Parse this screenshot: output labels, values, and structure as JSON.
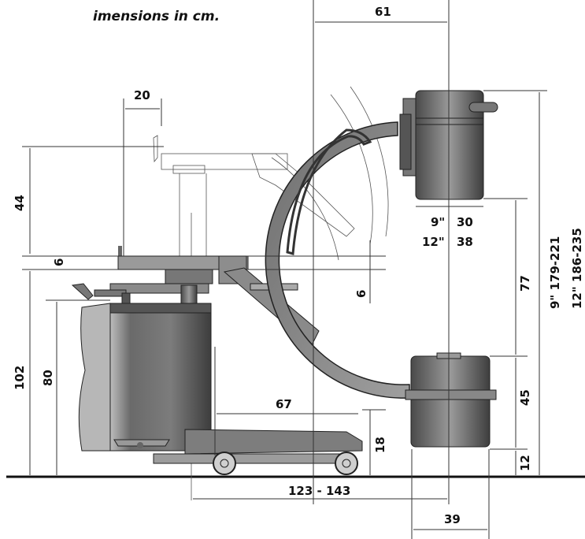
{
  "caption": "imensions in cm.",
  "dimensions": {
    "d61": "61",
    "d20": "20",
    "d44": "44",
    "d6_left": "6",
    "d6_right": "6",
    "d102": "102",
    "d80": "80",
    "d67": "67",
    "d18": "18",
    "d123_143": "123 - 143",
    "d39": "39",
    "d12": "12",
    "d45": "45",
    "d77": "77",
    "d9_30_prefix": "9\"",
    "d9_30_value": "30",
    "d12_38_prefix": "12\"",
    "d12_38_value": "38",
    "d9_range": "9\"  179-221",
    "d12_range": "12\"  186-235"
  },
  "colors": {
    "body_dark": "#5a5a5a",
    "body_mid": "#8c8c8c",
    "body_light": "#c8c8c8",
    "outline": "#222222"
  }
}
